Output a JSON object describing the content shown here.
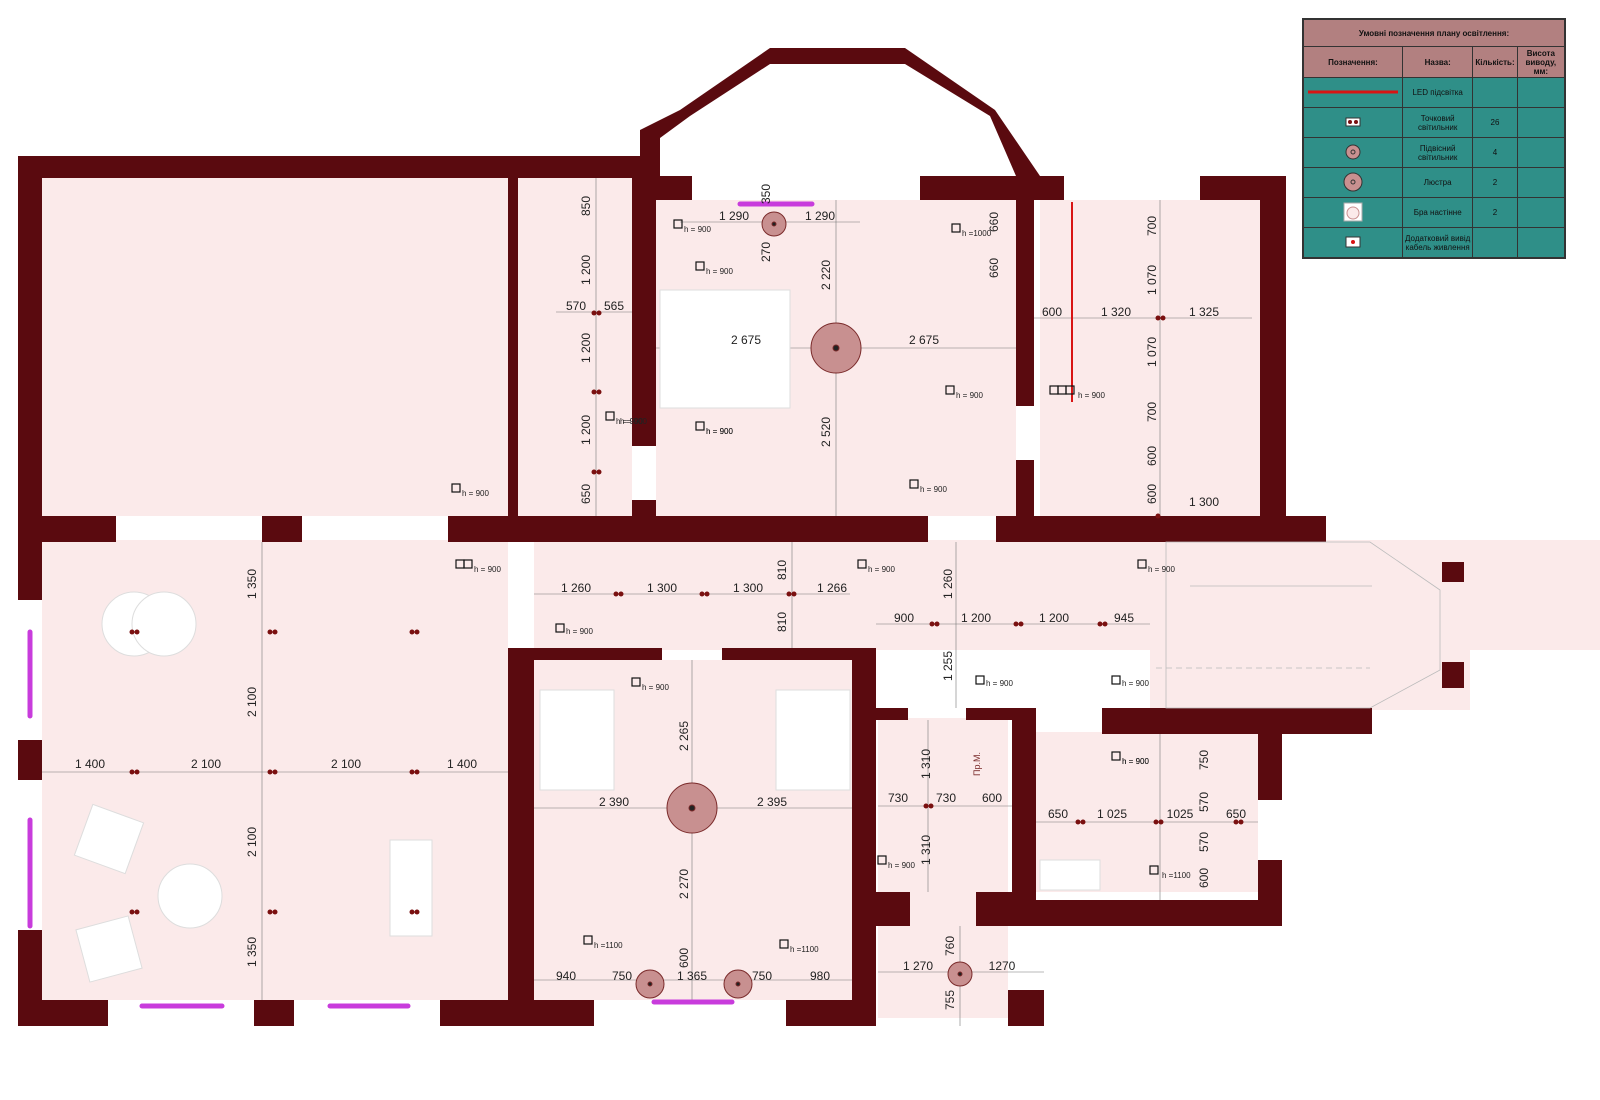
{
  "legend": {
    "title": "Умовні позначення плану освітлення:",
    "headers": [
      "Позначення:",
      "Назва:",
      "Кількість:",
      "Висота виводу, мм:"
    ],
    "rows": [
      {
        "icon": "led-strip-icon",
        "name": "LED підсвітка",
        "qty": "",
        "height": ""
      },
      {
        "icon": "spotlight-icon",
        "name": "Точковий світильник",
        "qty": "26",
        "height": ""
      },
      {
        "icon": "pendant-icon",
        "name": "Підвісний світильник",
        "qty": "4",
        "height": ""
      },
      {
        "icon": "chandelier-icon",
        "name": "Люстра",
        "qty": "2",
        "height": ""
      },
      {
        "icon": "wall-sconce-icon",
        "name": "Бра настінне",
        "qty": "2",
        "height": ""
      },
      {
        "icon": "cable-outlet-icon",
        "name": "Додатковий вивід кабель живлення",
        "qty": "",
        "height": ""
      }
    ]
  },
  "room_label": "Пр.М.",
  "dimensions": [
    "1 290",
    "1 290",
    "350",
    "270",
    "850",
    "1 200",
    "570",
    "565",
    "1 200",
    "1 200",
    "650",
    "2 675",
    "2 675",
    "2 220",
    "2 520",
    "660",
    "660",
    "600",
    "1 320",
    "1 325",
    "700",
    "1 070",
    "1 070",
    "700",
    "600",
    "600",
    "1 300",
    "1 350",
    "1 260",
    "1 300",
    "1 300",
    "1 266",
    "810",
    "810",
    "1 260",
    "900",
    "1 200",
    "1 200",
    "945",
    "1 255",
    "2 100",
    "1 400",
    "2 100",
    "2 100",
    "1 400",
    "2 100",
    "1 350",
    "2 265",
    "2 390",
    "2 395",
    "2 270",
    "940",
    "750",
    "1 365",
    "750",
    "980",
    "600",
    "1 310",
    "730",
    "730",
    "600",
    "1 310",
    "750",
    "650",
    "1 025",
    "1025",
    "650",
    "570",
    "570",
    "600",
    "1 270",
    "1270",
    "760",
    "755"
  ],
  "height_marks": [
    "h = 900",
    "h = 900",
    "h =1000",
    "h = 900",
    "h = 900",
    "h = 900",
    "h = 900",
    "h = 900",
    "h = 900",
    "h = 900",
    "h = 900",
    "h = 900",
    "h = 900",
    "h = 900",
    "h = 900",
    "h = 900",
    "h = 900",
    "h = 900",
    "h = 900",
    "h = 900",
    "h =1100",
    "h =1100",
    "h = 900",
    "h =1100"
  ],
  "colors": {
    "wall": "#5a0a0f",
    "floor": "#fbeaea",
    "led": "#c83cdc",
    "legend_head": "#b28080",
    "legend_body": "#2f8f88",
    "red_led": "#d81414",
    "fixture": "#c89090"
  }
}
